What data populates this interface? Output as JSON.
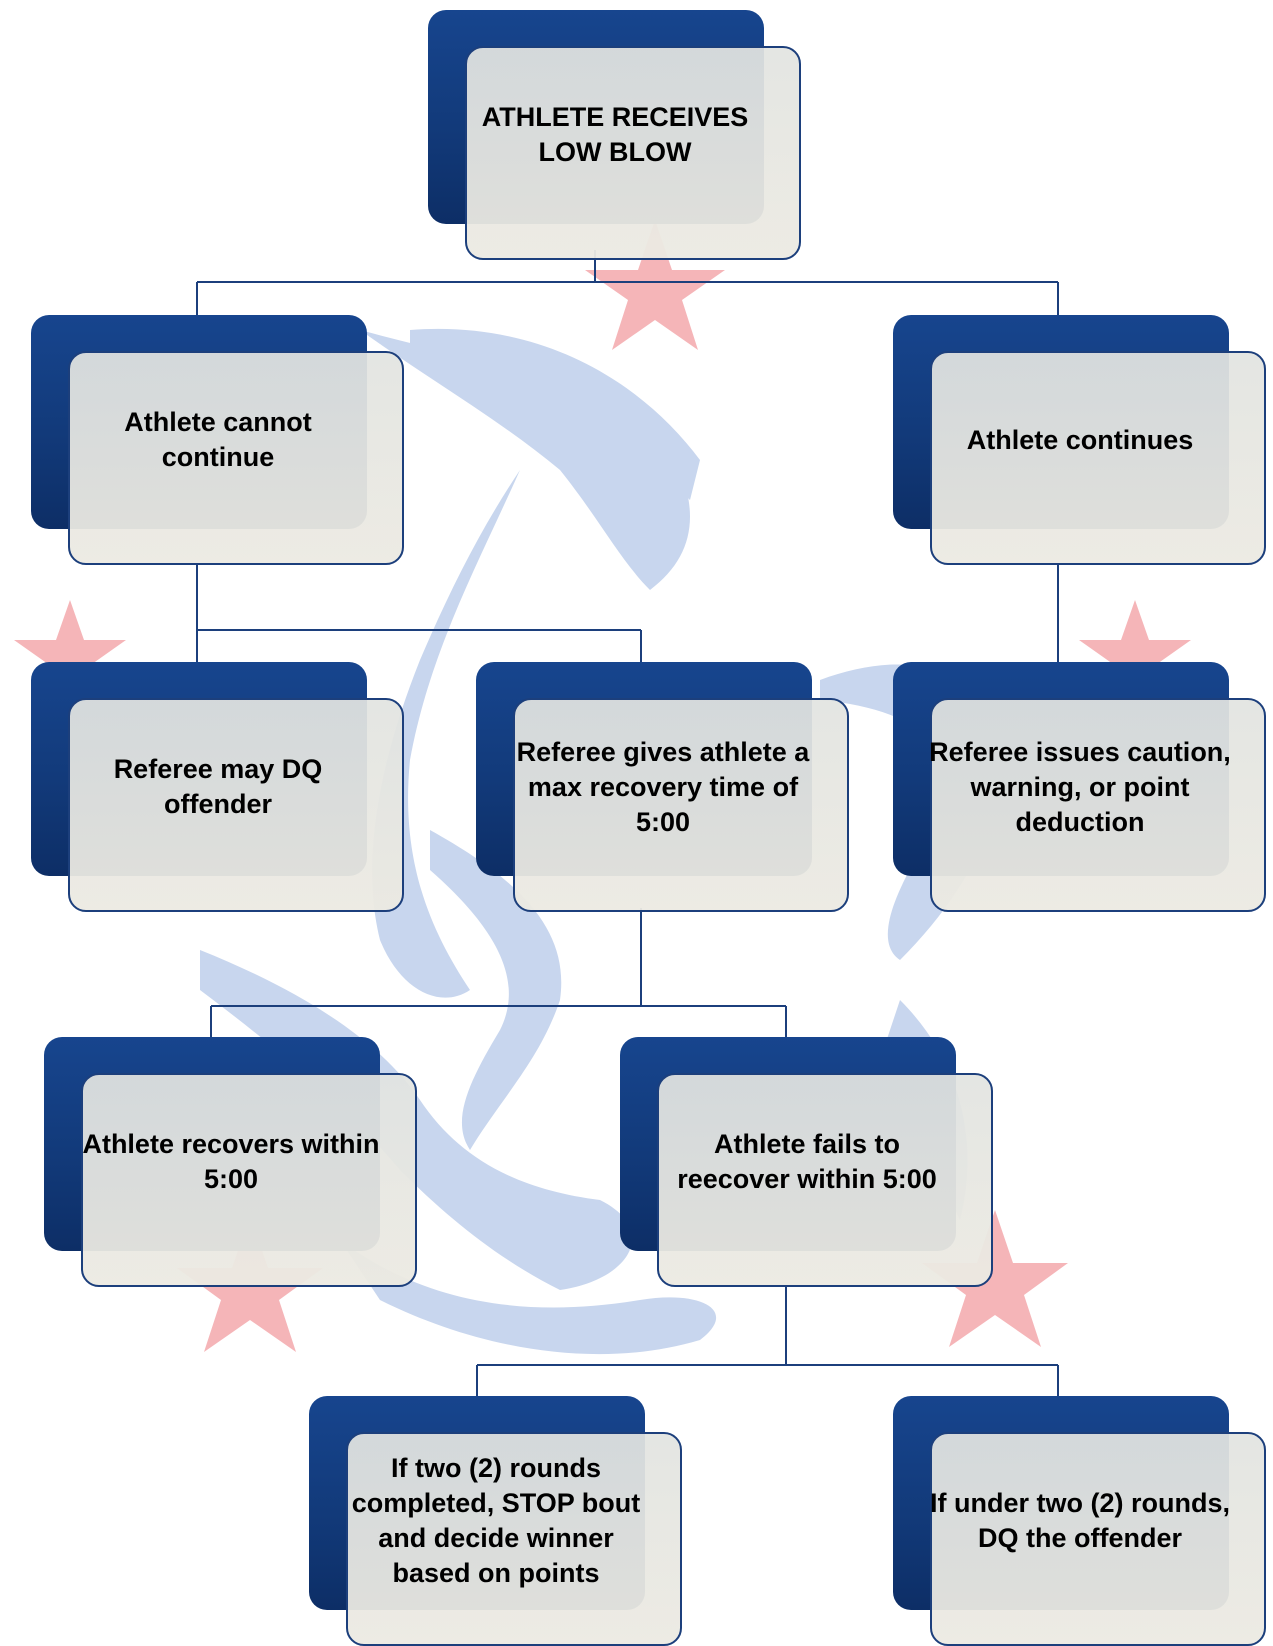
{
  "nodes": {
    "root": "ATHLETE RECEIVES LOW BLOW",
    "cannot_continue": "Athlete  cannot continue",
    "continues": "Athlete continues",
    "may_dq": "Referee may DQ offender",
    "recovery_time": "Referee gives athlete a max recovery time of 5:00",
    "caution": "Referee issues caution, warning, or point deduction",
    "recovers": "Athlete recovers within 5:00",
    "fails": "Athlete fails to reecover within 5:00",
    "two_rounds": "If two (2) rounds completed, STOP bout and decide winner based on points",
    "under_two": "If under two (2) rounds, DQ the offender"
  },
  "colors": {
    "box_dark": "#123a7a",
    "box_light": "#e4e4e0",
    "connector": "#1c3f7c",
    "watermark_blue": "#c8d6ee",
    "watermark_red": "#f5b5b8"
  }
}
